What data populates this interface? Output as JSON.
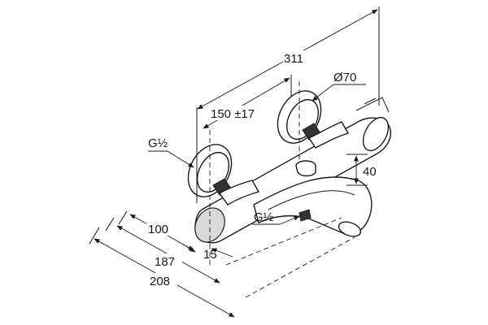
{
  "labels": {
    "overall_length": "311",
    "rosette_diameter": "Ø70",
    "center_distance": "150 ±17",
    "inlet_thread_left": "G½",
    "spout_height": "40",
    "outlet_thread": "G½",
    "projection_100": "100",
    "projection_15": "15",
    "projection_187": "187",
    "projection_208": "208"
  },
  "colors": {
    "line": "#1a1a1a",
    "shade": "#d9d9d9",
    "background": "#ffffff"
  }
}
